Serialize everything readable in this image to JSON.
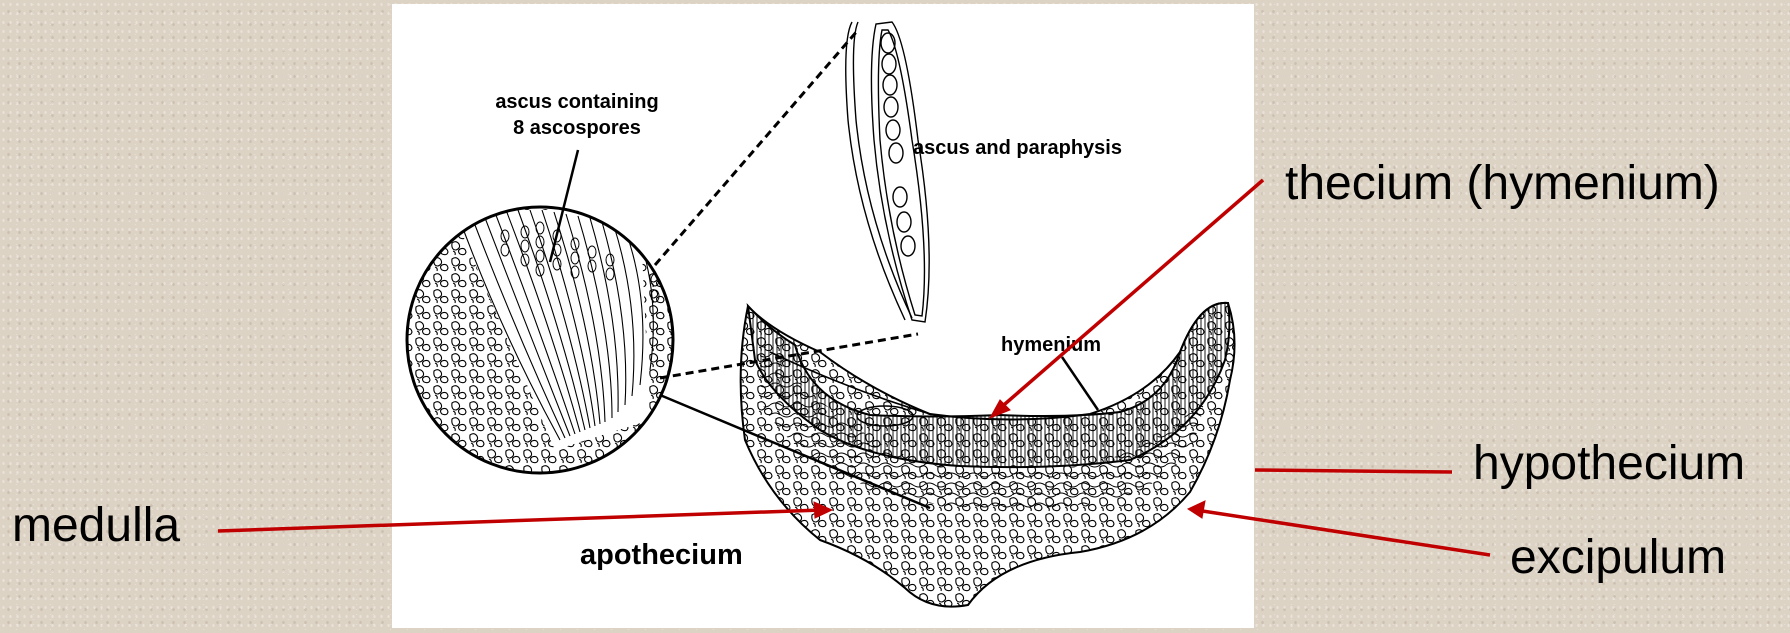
{
  "figure": {
    "labels": {
      "ascus_line1": "ascus containing",
      "ascus_line2": "8 ascospores",
      "ascus_paraphysis": "ascus and paraphysis",
      "hymenium": "hymenium",
      "apothecium": "apothecium"
    }
  },
  "callouts": {
    "thecium": "thecium (hymenium)",
    "hypothecium": "hypothecium",
    "medulla": "medulla",
    "excipulum": "excipulum"
  },
  "colors": {
    "background": "#ddd3c5",
    "panel": "#ffffff",
    "arrow": "#c00000",
    "ink": "#000000"
  }
}
